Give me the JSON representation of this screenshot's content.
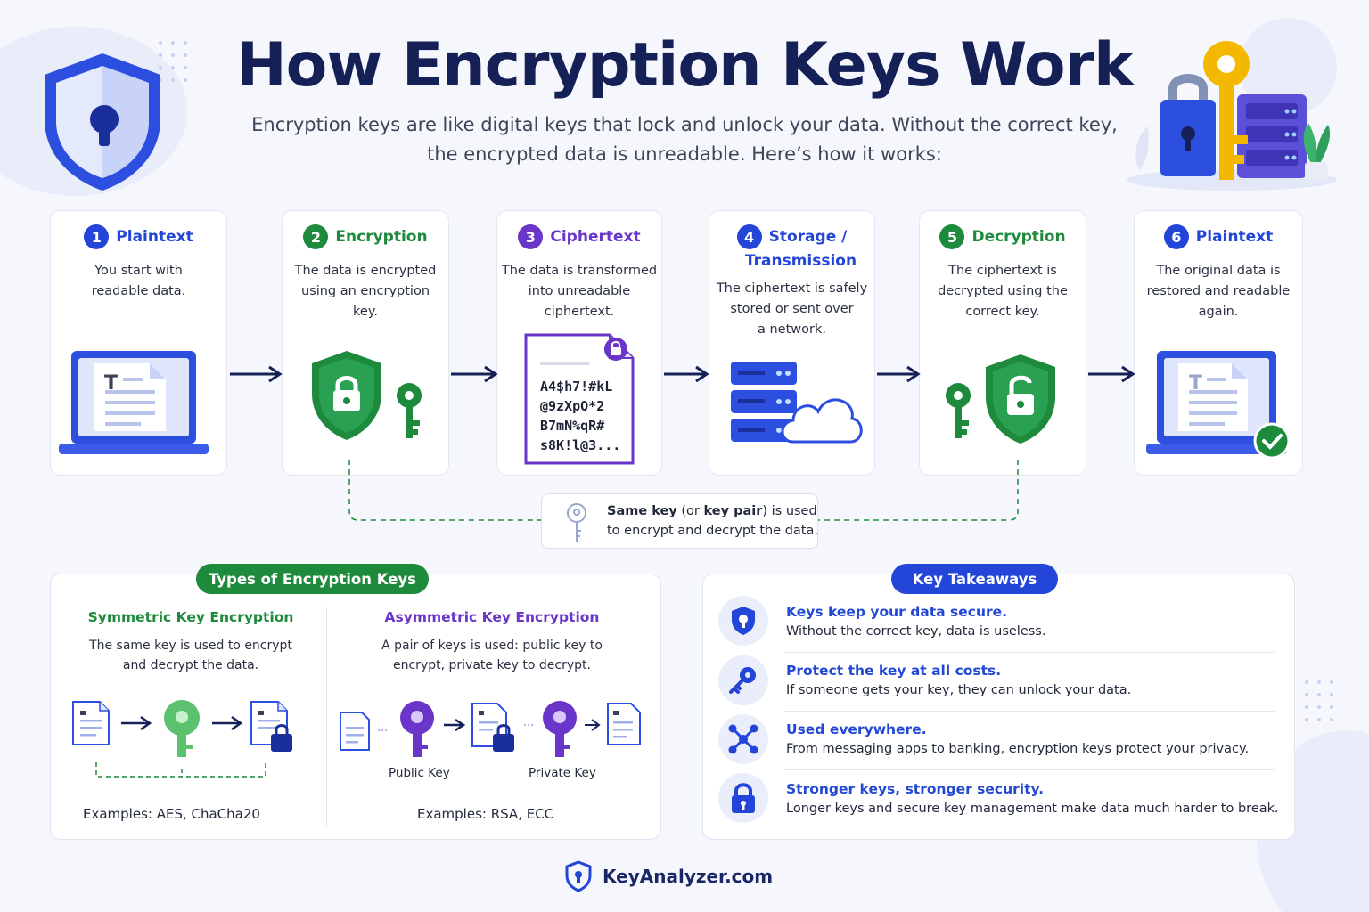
{
  "header": {
    "title": "How Encryption Keys Work",
    "subtitle_line1": "Encryption keys are like digital keys that lock and unlock your data. Without the correct key,",
    "subtitle_line2": "the encrypted data is unreadable. Here’s how it works:"
  },
  "steps": [
    {
      "num": "1",
      "title": "Plaintext",
      "desc": [
        "You start with",
        "readable data."
      ],
      "color": "#2346d8"
    },
    {
      "num": "2",
      "title": "Encryption",
      "desc": [
        "The data is encrypted",
        "using an encryption",
        "key."
      ],
      "color": "#1e8a3c"
    },
    {
      "num": "3",
      "title": "Ciphertext",
      "desc": [
        "The data is transformed",
        "into unreadable",
        "ciphertext."
      ],
      "color": "#6a35c9"
    },
    {
      "num": "4",
      "title_line1": "Storage /",
      "title_line2": "Transmission",
      "desc": [
        "The ciphertext is safely",
        "stored or sent over",
        "a network."
      ],
      "color": "#2346d8"
    },
    {
      "num": "5",
      "title": "Decryption",
      "desc": [
        "The ciphertext is",
        "decrypted using the",
        "correct key."
      ],
      "color": "#1e8a3c"
    },
    {
      "num": "6",
      "title": "Plaintext",
      "desc": [
        "The original data is",
        "restored and readable",
        "again."
      ],
      "color": "#2346d8"
    }
  ],
  "ciphertext": [
    "A4$h7!#kL",
    "@9zXpQ*2",
    "B7mN%qR#",
    "s8K!l@3..."
  ],
  "doc_letter": "T",
  "note": {
    "bold_1": "Same key",
    "text_1": " (or ",
    "bold_2": "key pair",
    "text_2": ") is used",
    "line2": "to encrypt and decrypt the data."
  },
  "types": {
    "pill": "Types of Encryption Keys",
    "symmetric": {
      "title": "Symmetric Key Encryption",
      "desc": [
        "The same key is used to encrypt",
        "and decrypt the data."
      ],
      "examples": "Examples: AES, ChaCha20"
    },
    "asymmetric": {
      "title": "Asymmetric Key Encryption",
      "desc": [
        "A pair of keys is used: public key to",
        "encrypt, private key to decrypt."
      ],
      "public_label": "Public Key",
      "private_label": "Private Key",
      "examples": "Examples: RSA, ECC"
    }
  },
  "takeaways": {
    "pill": "Key Takeaways",
    "items": [
      {
        "title": "Keys keep your data secure.",
        "desc": "Without the correct key, data is useless.",
        "icon": "shield-icon"
      },
      {
        "title": "Protect the key at all costs.",
        "desc": "If someone gets your key, they can unlock your data.",
        "icon": "key-icon"
      },
      {
        "title": "Used everywhere.",
        "desc": "From messaging apps to banking, encryption keys protect your privacy.",
        "icon": "network-icon"
      },
      {
        "title": "Stronger keys, stronger security.",
        "desc": "Longer keys and secure key management make data much harder to break.",
        "icon": "lock-icon"
      }
    ]
  },
  "footer": {
    "brand": "KeyAnalyzer.com"
  },
  "colors": {
    "navy": "#152057",
    "blue": "#2346d8",
    "green": "#1e8a3c",
    "purple": "#6a35c9",
    "gold": "#f5b800"
  }
}
